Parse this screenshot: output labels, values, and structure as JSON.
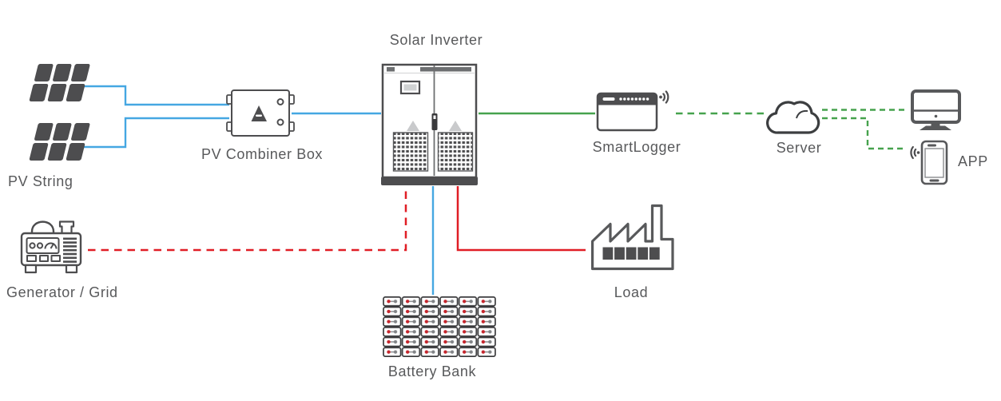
{
  "diagram": {
    "type": "solar-power-system-architecture",
    "labels": {
      "pv_string": "PV String",
      "pv_combiner_box": "PV Combiner Box",
      "solar_inverter": "Solar Inverter",
      "smartlogger": "SmartLogger",
      "server": "Server",
      "app": "APP",
      "generator_grid": "Generator / Grid",
      "battery_bank": "Battery Bank",
      "load": "Load"
    },
    "icons": [
      "pv-string-icon",
      "pv-combiner-box-icon",
      "solar-inverter-icon",
      "smartlogger-icon",
      "wifi-signal-icon",
      "cloud-server-icon",
      "monitor-icon",
      "phone-icon",
      "generator-icon",
      "battery-bank-icon",
      "factory-load-icon"
    ],
    "colors": {
      "pv_dc_line": "#45a7e2",
      "comm_line": "#46a24d",
      "ac_power_line": "#e01e25",
      "icon_stroke": "#4d4d4f",
      "label_text": "#58595b",
      "background": "#ffffff"
    },
    "connections": [
      {
        "from": "pv_string",
        "to": "pv_combiner_box",
        "style": "solid",
        "color": "#45a7e2"
      },
      {
        "from": "pv_combiner_box",
        "to": "solar_inverter",
        "style": "solid",
        "color": "#45a7e2"
      },
      {
        "from": "solar_inverter",
        "to": "smartlogger",
        "style": "solid",
        "color": "#46a24d"
      },
      {
        "from": "smartlogger",
        "to": "server",
        "style": "dashed",
        "color": "#46a24d"
      },
      {
        "from": "server",
        "to": "monitor",
        "style": "dashed",
        "color": "#46a24d"
      },
      {
        "from": "server",
        "to": "app",
        "style": "dashed",
        "color": "#46a24d"
      },
      {
        "from": "generator_grid",
        "to": "solar_inverter",
        "style": "dashed",
        "color": "#e01e25"
      },
      {
        "from": "solar_inverter",
        "to": "battery_bank",
        "style": "solid",
        "color": "#45a7e2"
      },
      {
        "from": "solar_inverter",
        "to": "load",
        "style": "solid",
        "color": "#e01e25"
      }
    ]
  }
}
